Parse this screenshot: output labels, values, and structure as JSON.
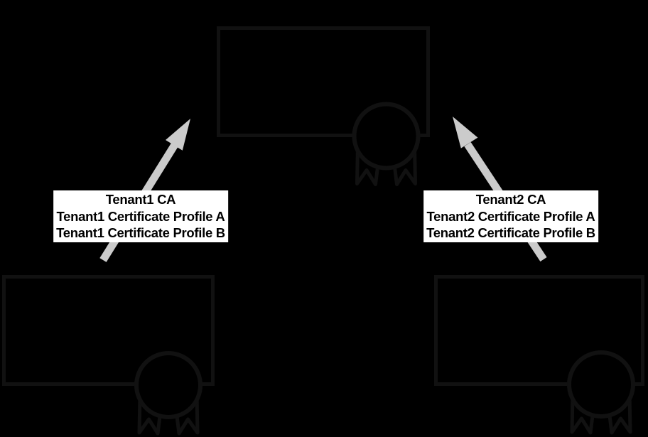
{
  "diagram": {
    "colors": {
      "background": "#000000",
      "shape_stroke": "#111111",
      "arrow": "#cbcbcb",
      "label_background": "#ffffff",
      "label_text": "#000000"
    },
    "icons": {
      "seal": "certificate-seal-icon"
    },
    "labels": {
      "tenant1": {
        "lines": [
          "Tenant1 CA",
          "Tenant1 Certificate Profile A",
          "Tenant1 Certificate Profile B"
        ]
      },
      "tenant2": {
        "lines": [
          "Tenant2 CA",
          "Tenant2 Certificate Profile A",
          "Tenant2 Certificate Profile B"
        ]
      }
    }
  }
}
